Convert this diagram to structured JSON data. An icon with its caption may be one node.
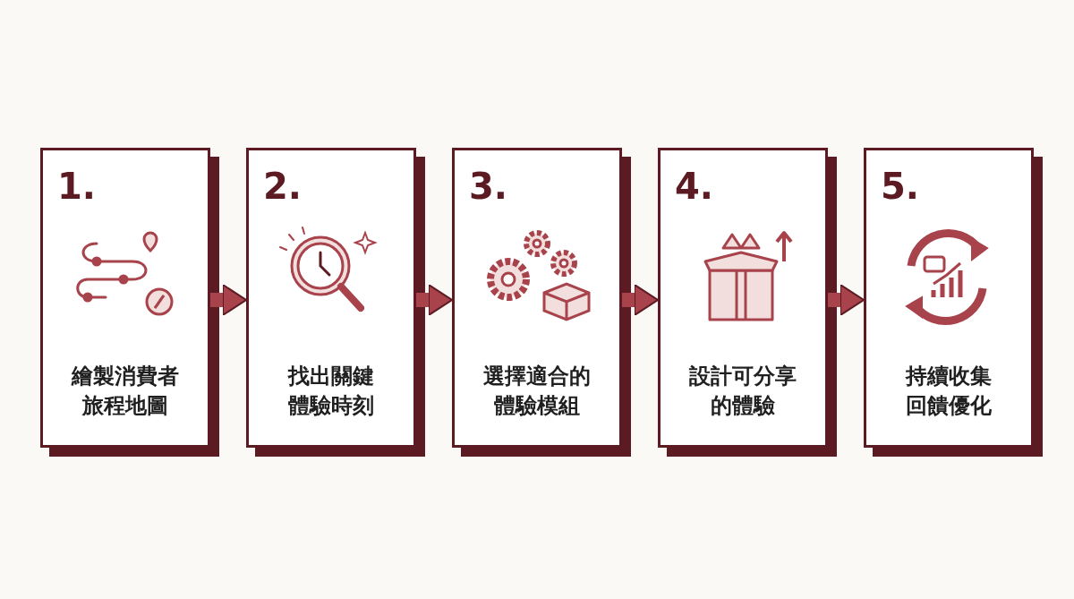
{
  "diagram": {
    "nodes": [
      {
        "text": [
          "1.",
          "繪製消費者旅程地圖"
        ]
      },
      {
        "text": [
          "2.",
          "找出關鍵體驗時刻"
        ]
      },
      {
        "text": [
          "3.",
          "選擇適合的體驗模組"
        ]
      },
      {
        "text": [
          "4.",
          "設計可分享的體驗"
        ]
      },
      {
        "text": [
          "5.",
          "持續收集回饋優化"
        ]
      }
    ],
    "edges": [
      {
        "from": 0,
        "to": 1,
        "arrow": "to"
      },
      {
        "from": 1,
        "to": 2,
        "arrow": "to"
      },
      {
        "from": 2,
        "to": 3,
        "arrow": "to"
      },
      {
        "from": 3,
        "to": 4,
        "arrow": "to"
      }
    ]
  }
}
